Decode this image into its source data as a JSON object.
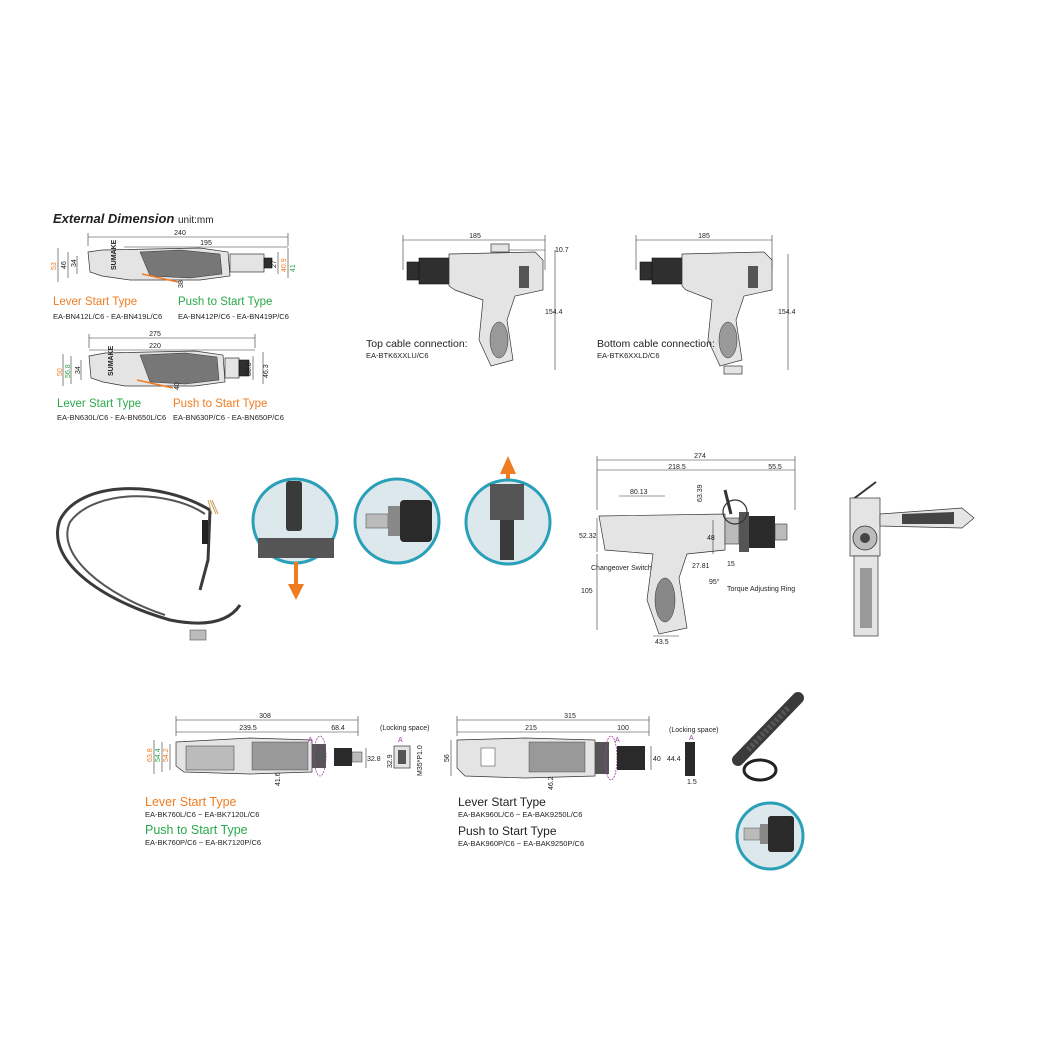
{
  "header": {
    "title": "External Dimension",
    "unit": "unit:mm"
  },
  "bn_small": {
    "dims": {
      "overall": "240",
      "body": "195",
      "h_outer": "53",
      "h_mid": "46",
      "h_inner": "34",
      "nose": "38",
      "d1": "27",
      "d2": "40.9",
      "d3": "41"
    },
    "brand": "SUMAKE",
    "lever_label": "Lever Start Type",
    "lever_models": "EA-BN412L/C6  -  EA-BN419L/C6",
    "push_label": "Push to Start Type",
    "push_models": "EA-BN412P/C6  -  EA-BN419P/C6"
  },
  "bn_large": {
    "dims": {
      "overall": "275",
      "body": "220",
      "h_outer": "50",
      "h_mid": "56.8",
      "h_inner": "34",
      "nose": "40",
      "d1": "30.8",
      "d2": "46.3"
    },
    "brand": "SUMAKE",
    "lever_label": "Lever Start Type",
    "lever_models": "EA-BN630L/C6  -  EA-BN650L/C6",
    "push_label": "Push to Start Type",
    "push_models": "EA-BN630P/C6  -  EA-BN650P/C6"
  },
  "top_cable": {
    "width": "185",
    "offset": "10.7",
    "height": "154.4",
    "caption": "Top cable connection:",
    "model": "EA-BTK6XXLU/C6"
  },
  "bottom_cable": {
    "width": "185",
    "height": "154.4",
    "caption": "Bottom cable connection:",
    "model": "EA-BTK6XXLD/C6"
  },
  "pistol": {
    "dims": {
      "overall": "274",
      "body": "218.5",
      "front": "55.5",
      "d8013": "80.13",
      "d6339": "63.39",
      "d5232": "52.32",
      "d48": "48",
      "d2781": "27.81",
      "d15": "15",
      "angle": "95°",
      "d105": "105",
      "d435": "43.5"
    },
    "changeover": "Changeover Switch",
    "torque": "Torque Adjusting Ring"
  },
  "bk": {
    "dims": {
      "overall": "308",
      "body": "239.5",
      "front": "68.4",
      "h1": "63.8",
      "h2": "54.4",
      "h3": "54.2",
      "d416": "41.6",
      "d328": "32.8",
      "d329": "32.9",
      "thread": "M35*P1.0",
      "marker": "A"
    },
    "locking": "(Locking space)",
    "lever_label": "Lever Start Type",
    "lever_models": "EA-BK760L/C6 ~ EA-BK7120L/C6",
    "push_label": "Push to Start Type",
    "push_models": "EA-BK760P/C6 ~ EA-BK7120P/C6"
  },
  "bak": {
    "dims": {
      "overall": "315",
      "body": "215",
      "front": "100",
      "h56": "56",
      "d462": "46.2",
      "d40": "40",
      "d444": "44.4",
      "d15": "1.5",
      "marker": "A"
    },
    "locking": "(Locking space)",
    "lever_label": "Lever Start Type",
    "lever_models": "EA-BAK960L/C6 ~ EA-BAK9250L/C6",
    "push_label": "Push to Start Type",
    "push_models": "EA-BAK960P/C6 ~ EA-BAK9250P/C6"
  },
  "colors": {
    "orange": "#f07c22",
    "green": "#2aa84a",
    "teal_ring": "#2aa0b8",
    "arrow": "#f07c22"
  }
}
